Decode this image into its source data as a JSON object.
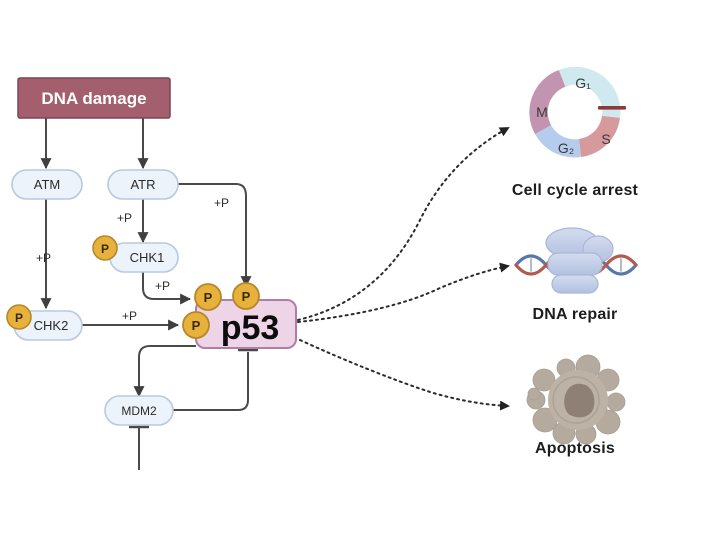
{
  "diagram": {
    "title_node": {
      "label": "DNA damage",
      "fill": "#a45f6e",
      "text_color": "#ffffff"
    },
    "sensor_nodes": [
      {
        "id": "atm",
        "label": "ATM"
      },
      {
        "id": "atr",
        "label": "ATR"
      }
    ],
    "kinase_nodes": [
      {
        "id": "chk1",
        "label": "CHK1"
      },
      {
        "id": "chk2",
        "label": "CHK2"
      }
    ],
    "effector_node": {
      "id": "p53",
      "label": "p53",
      "fill": "#eed4e7",
      "border": "#b07ea4"
    },
    "regulator_node": {
      "id": "mdm2",
      "label": "MDM2"
    },
    "phospho_badge": {
      "label": "P",
      "fill": "#e6b23c",
      "border": "#b8862a",
      "count": 5
    },
    "edge_labels": {
      "atm_to_chk2": "+P",
      "atr_to_chk1": "+P",
      "atr_to_p53": "+P",
      "chk1_to_p53": "+P",
      "chk2_to_p53": "+P"
    },
    "node_style": {
      "fill": "#edf3fb",
      "border": "#b9c9de",
      "text_color": "#2b2b2b"
    }
  },
  "outcomes": [
    {
      "id": "cell-cycle-arrest",
      "label": "Cell cycle arrest",
      "icon": "cell-cycle-ring-icon",
      "phases": [
        {
          "name": "G₁",
          "color": "#cfe9ef"
        },
        {
          "name": "S",
          "color": "#d79a9c"
        },
        {
          "name": "G₂",
          "color": "#b6cced"
        },
        {
          "name": "M",
          "color": "#c294b0"
        }
      ],
      "arrest_bar_color": "#8b3a3a"
    },
    {
      "id": "dna-repair",
      "label": "DNA repair",
      "icon": "dna-repair-complex-icon",
      "helix_strand_colors": [
        "#5878a8",
        "#b35b50"
      ],
      "protein_color": "#c3cfe8"
    },
    {
      "id": "apoptosis",
      "label": "Apoptosis",
      "icon": "apoptotic-cell-icon",
      "cell_color": "#b5aa9e",
      "nucleus_color": "#8e8074"
    }
  ],
  "connectors": {
    "solid_color": "#4a4a4a",
    "dotted_color": "#2b2b2b",
    "dotted_arrow_count": 3
  }
}
